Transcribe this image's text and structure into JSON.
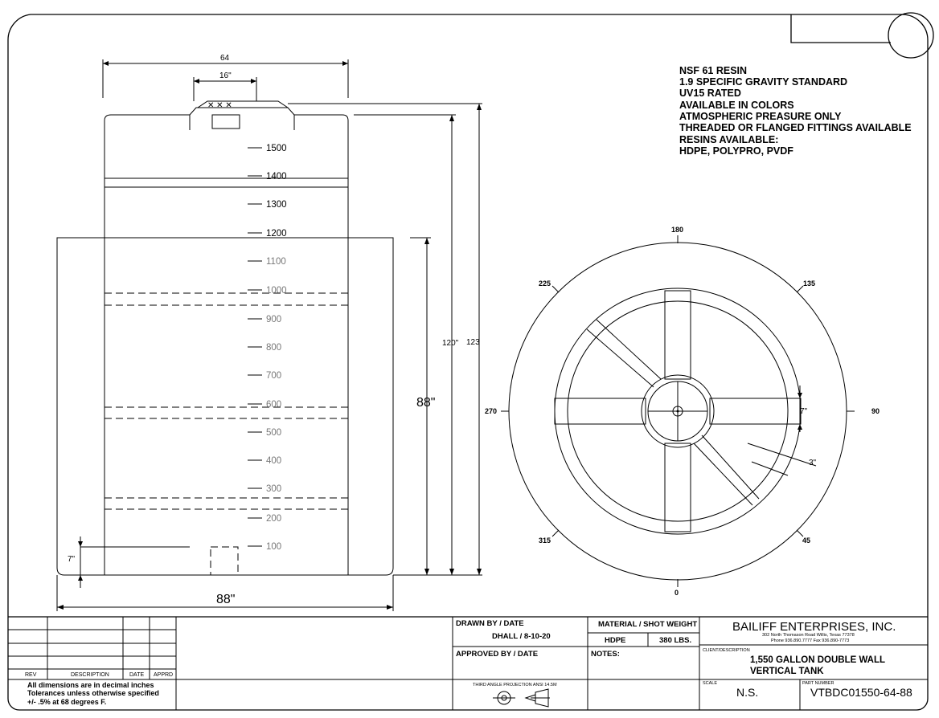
{
  "specs": [
    "NSF 61 RESIN",
    "1.9 SPECIFIC GRAVITY STANDARD",
    "UV15 RATED",
    "AVAILABLE IN COLORS",
    "ATMOSPHERIC PREASURE ONLY",
    "THREADED OR FLANGED FITTINGS AVAILABLE",
    "RESINS AVAILABLE:",
    "HDPE, POLYPRO, PVDF"
  ],
  "dimensions": {
    "tank_width": "64",
    "manway": "16\"",
    "height_inner": "120\"",
    "height_total": "123",
    "outer_height": "88\"",
    "outer_width": "88\"",
    "outlet_height": "7\"",
    "hub": "7\"",
    "spoke": "3\""
  },
  "scale_marks": [
    "1500",
    "1400",
    "1300",
    "1200",
    "1100",
    "1000",
    "900",
    "800",
    "700",
    "600",
    "500",
    "400",
    "300",
    "200",
    "100"
  ],
  "angles": {
    "a180": "180",
    "a135": "135",
    "a225": "225",
    "a270": "270",
    "a90": "90",
    "a315": "315",
    "a45": "45",
    "a0": "0"
  },
  "title_block": {
    "rev_headers": {
      "rev": "REV",
      "description": "DESCRIPTION",
      "date": "DATE",
      "apprd": "APPRD"
    },
    "notes_lines": [
      "All dimensions are in decimal inches",
      "Tolerances unless otherwise specified",
      "+/- .5% at 68 degrees F."
    ],
    "drawn_by_label": "DRAWN BY / DATE",
    "drawn_by_value": "DHALL / 8-10-20",
    "approved_by_label": "APPROVED BY / DATE",
    "projection": "THIRD ANGLE PROJECTION ANSI 14.5M",
    "material_label": "MATERIAL / SHOT WEIGHT",
    "material": "HDPE",
    "weight": "380 LBS.",
    "notes_label": "NOTES:",
    "company": "BAILIFF ENTERPRISES, INC.",
    "address": "302 North Thomason Road   Willis, Texas 77378",
    "phone": "Phone 936.890.7777    Fax 936.890-7773",
    "client_label": "CLIENT/DESCRIPTION",
    "description_line1": "1,550 GALLON DOUBLE WALL",
    "description_line2": "VERTICAL TANK",
    "scale_label": "SCALE",
    "scale_value": "N.S.",
    "part_label": "PART NUMBER",
    "part_number": "VTBDC01550-64-88"
  }
}
